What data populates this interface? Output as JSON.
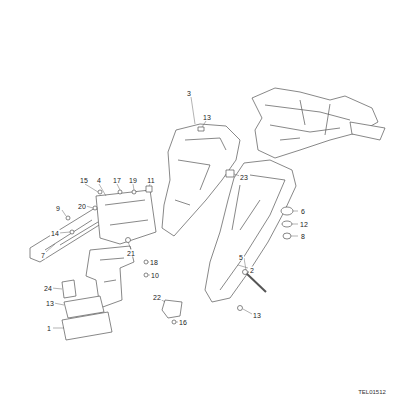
{
  "diagram": {
    "labels": [
      "13",
      "3",
      "15",
      "4",
      "17",
      "19",
      "11",
      "23",
      "20",
      "9",
      "6",
      "12",
      "8",
      "14",
      "7",
      "21",
      "2",
      "5",
      "18",
      "10",
      "13",
      "22",
      "24",
      "13",
      "16",
      "1",
      "TEL01512"
    ]
  }
}
